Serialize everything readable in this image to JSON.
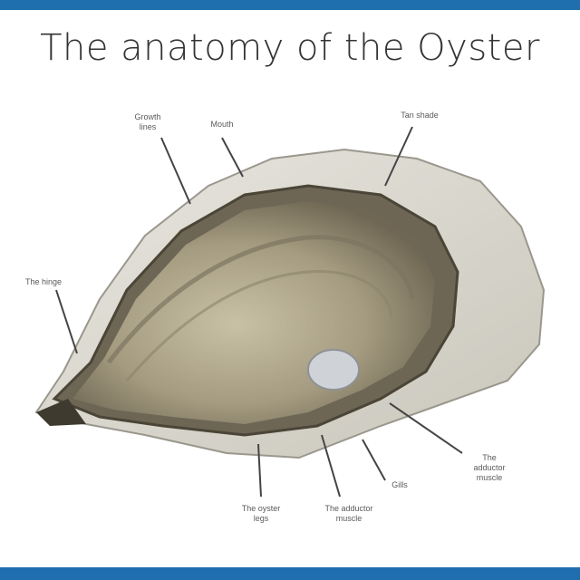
{
  "title": "The anatomy of the Oyster",
  "labels": {
    "top_left_a": "Growth\nlines",
    "top_left_b": "Mouth",
    "top_right": "Tan shade",
    "left": "The hinge",
    "bottom_a": "The oyster\nlegs",
    "bottom_b": "The adductor\nmuscle",
    "bottom_c": "Gills",
    "bottom_right": "The\nadductor\nmuscle"
  },
  "credit": "",
  "colors": {
    "frame": "#1f6fae",
    "shell_outer": "#d9d6cc",
    "shell_lip": "#6d6655",
    "body": "#a59d83",
    "mantle": "#8a836b"
  }
}
